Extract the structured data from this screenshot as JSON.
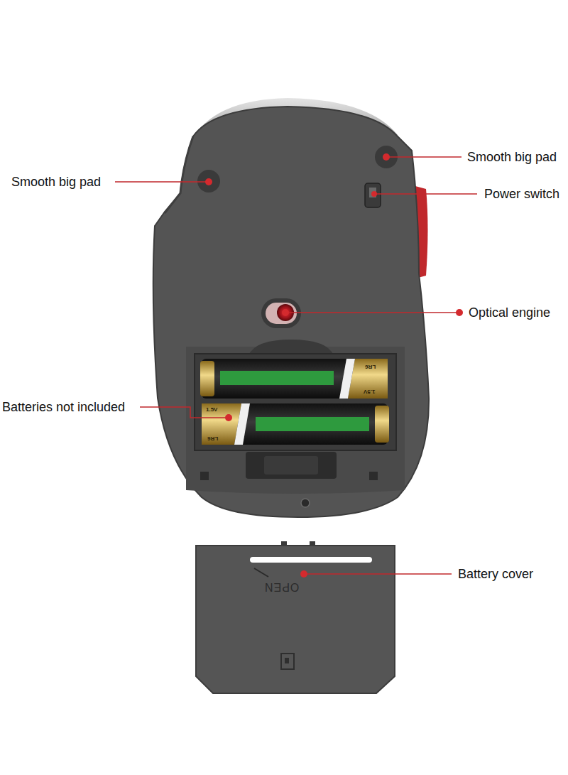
{
  "diagram": {
    "labels": [
      "Smooth big pad",
      "Smooth big pad",
      "Power switch",
      "Optical engine",
      "Batteries not included",
      "Battery cover",
      "OPEN",
      "LR6",
      "1.5V",
      "1.5V",
      "LR6"
    ]
  }
}
